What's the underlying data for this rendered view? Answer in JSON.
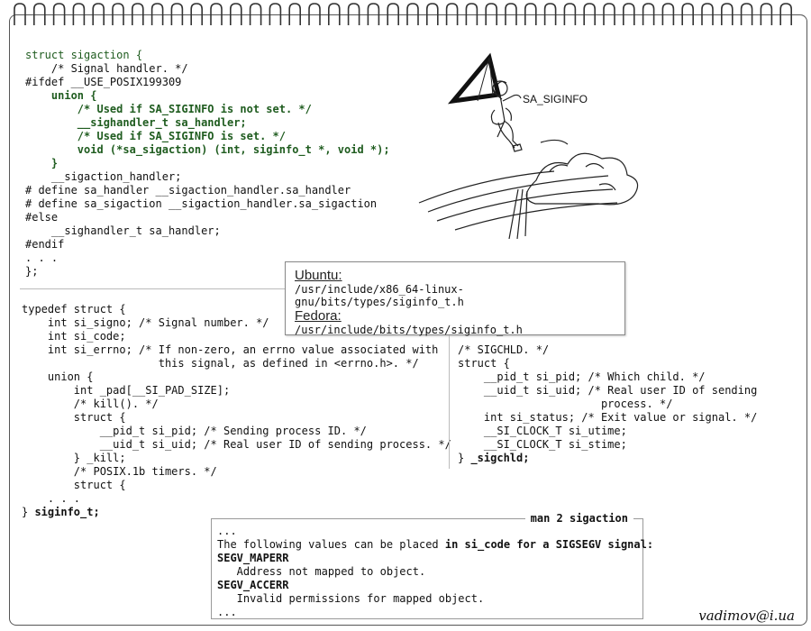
{
  "sigaction": {
    "l1": "struct sigaction {",
    "l2": "    /* Signal handler. */",
    "l3": "#ifdef __USE_POSIX199309",
    "l4": "    union {",
    "l5": "        /* Used if SA_SIGINFO is not set. */",
    "l6": "        __sighandler_t sa_handler;",
    "l7": "        /* Used if SA_SIGINFO is set. */",
    "l8": "        void (*sa_sigaction) (int, siginfo_t *, void *);",
    "l9": "    }",
    "l10": "    __sigaction_handler;",
    "l11": "# define sa_handler __sigaction_handler.sa_handler",
    "l12": "# define sa_sigaction __sigaction_handler.sa_sigaction",
    "l13": "#else",
    "l14": "    __sighandler_t sa_handler;",
    "l15": "#endif",
    "l16": ". . .",
    "l17": "};"
  },
  "illustration": {
    "label": "SA_SIGINFO"
  },
  "paths": {
    "ubuntu_label": "Ubuntu:",
    "ubuntu_path": "/usr/include/x86_64-linux-gnu/bits/types/siginfo_t.h",
    "fedora_label": "Fedora:",
    "fedora_path": "/usr/include/bits/types/siginfo_t.h"
  },
  "siginfo": {
    "l1": "typedef struct {",
    "l2": "    int si_signo; /* Signal number. */",
    "l3": "    int si_code;",
    "l4": "    int si_errno; /* If non-zero, an errno value associated with",
    "l5": "                     this signal, as defined in <errno.h>. */",
    "l6": "    union {",
    "l7": "        int _pad[__SI_PAD_SIZE];",
    "l8": "        /* kill(). */",
    "l9": "        struct {",
    "l10": "            __pid_t si_pid; /* Sending process ID. */",
    "l11": "            __uid_t si_uid; /* Real user ID of sending process. */",
    "l12": "        } _kill;",
    "l13": "        /* POSIX.1b timers. */",
    "l14": "        struct {",
    "l15": "    . . .",
    "l16_pre": "} ",
    "l16_name": "siginfo_t;"
  },
  "sigchld": {
    "l1": "/* SIGCHLD. */",
    "l2": "struct {",
    "l3": "    __pid_t si_pid; /* Which child. */",
    "l4": "    __uid_t si_uid; /* Real user ID of sending",
    "l5": "                      process. */",
    "l6": "    int si_status; /* Exit value or signal. */",
    "l7": "    __SI_CLOCK_T si_utime;",
    "l8": "    __SI_CLOCK_T si_stime;",
    "l9_pre": "} ",
    "l9_name": "_sigchld;"
  },
  "man": {
    "title": "man 2 sigaction",
    "l1": "...",
    "l2_pre": "The following values can be placed ",
    "l2_bold": "in si_code for a SIGSEGV signal:",
    "l3": "SEGV_MAPERR",
    "l4": "   Address not mapped to object.",
    "l5": "SEGV_ACCERR",
    "l6": "   Invalid permissions for mapped object.",
    "l7": "..."
  },
  "signature": "vadimov@i.ua"
}
